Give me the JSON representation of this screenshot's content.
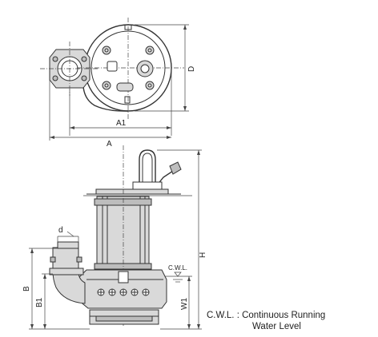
{
  "labels": {
    "A": "A",
    "A1": "A1",
    "D": "D",
    "H": "H",
    "B": "B",
    "B1": "B1",
    "W1": "W1",
    "d": "d",
    "cwl_mark": "C.W.L."
  },
  "legend": {
    "line1": "C.W.L. : Continuous Running",
    "line2": "Water Level"
  }
}
